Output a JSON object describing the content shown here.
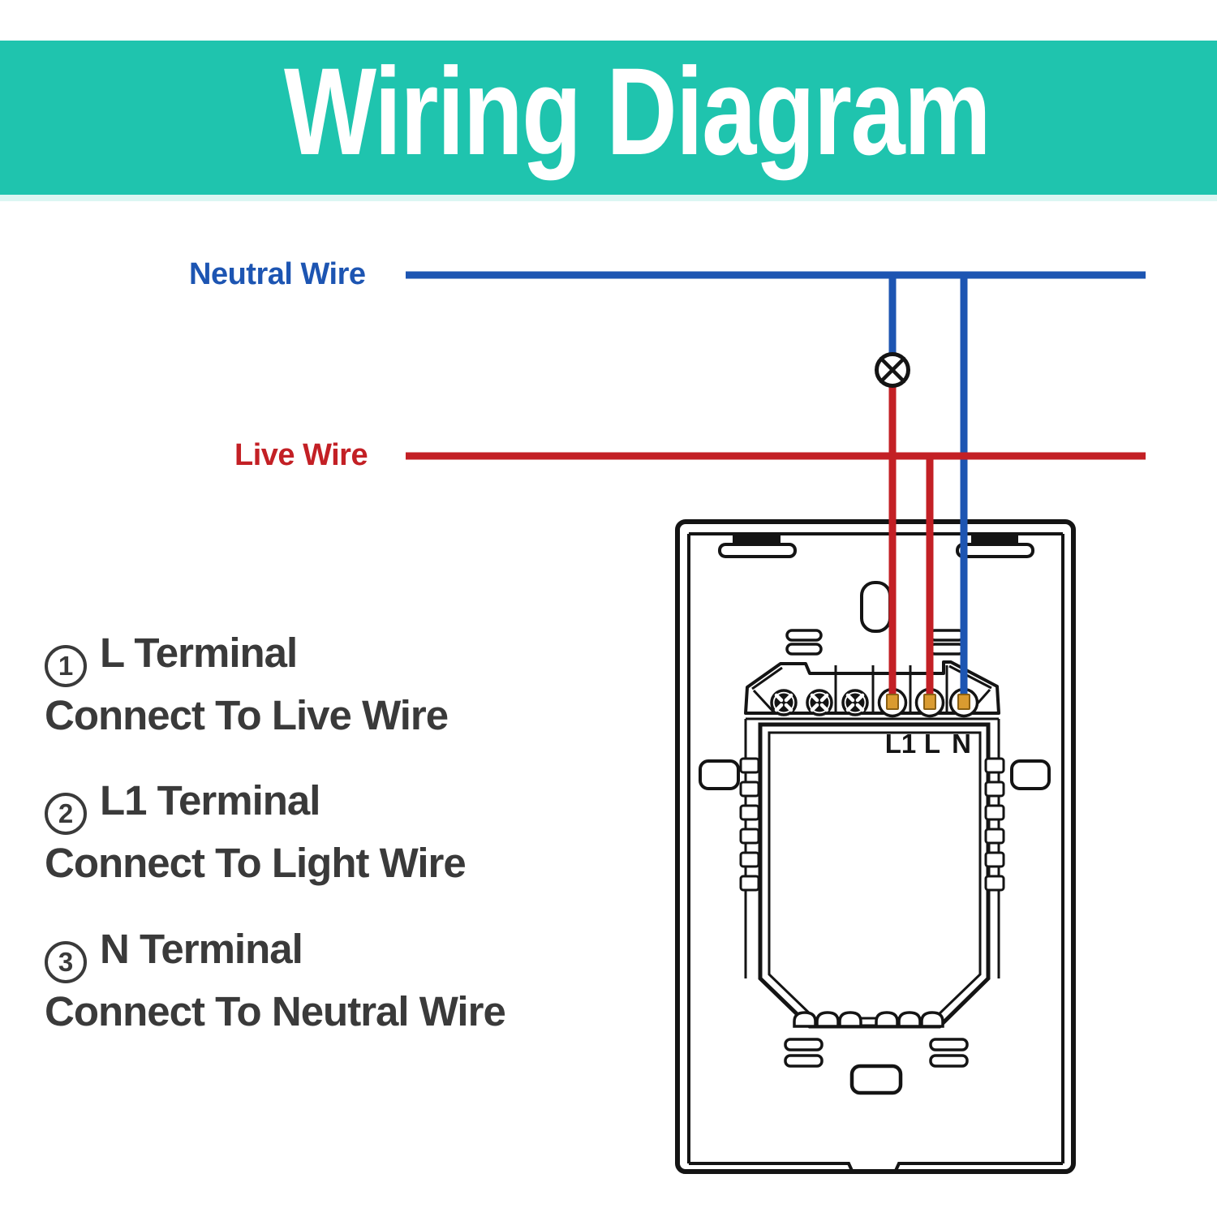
{
  "header": {
    "title": "Wiring Diagram",
    "background": "#1fc4ae",
    "text_color": "#ffffff"
  },
  "wires": {
    "neutral": {
      "label": "Neutral Wire",
      "color": "#1d55b2"
    },
    "live": {
      "label": "Live Wire",
      "color": "#c32025"
    }
  },
  "switch": {
    "terminal_labels": [
      "L1",
      "L",
      "N"
    ],
    "terminal_contact_color": "#da9b30",
    "outline_color": "#141414"
  },
  "annotations": [
    {
      "number": "1",
      "title": "L Terminal",
      "description": "Connect To Live Wire"
    },
    {
      "number": "2",
      "title": "L1 Terminal",
      "description": "Connect To Light Wire"
    },
    {
      "number": "3",
      "title": "N Terminal",
      "description": "Connect To Neutral Wire"
    }
  ]
}
